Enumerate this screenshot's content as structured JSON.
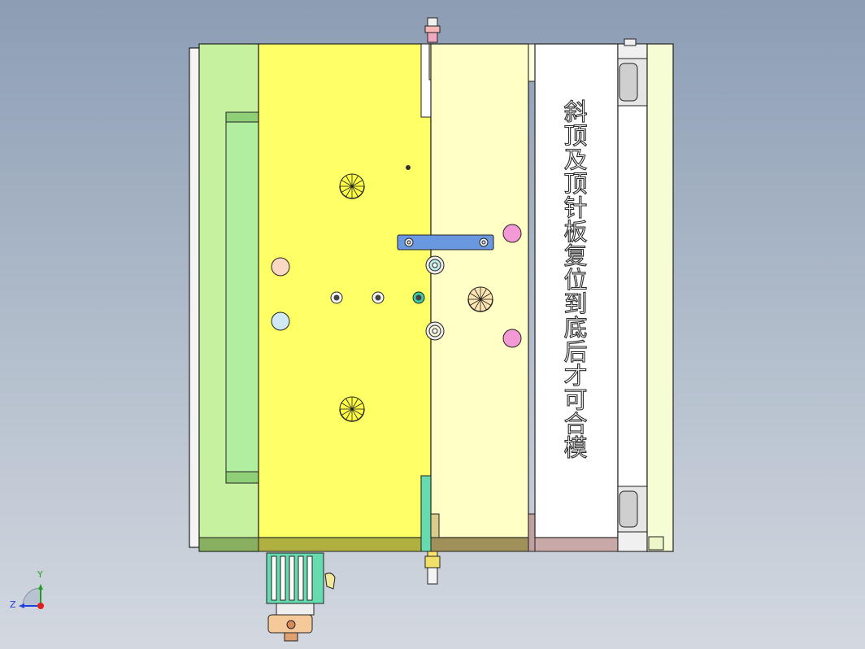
{
  "view": {
    "background": "gradient grey-blue",
    "annotation": "斜顶及顶针板复位到底后才可合模"
  },
  "triad": {
    "y_label": "Y",
    "z_label": "Z",
    "x_color": "#e02020",
    "y_color": "#20a020",
    "z_color": "#2040e0"
  },
  "colors": {
    "clamp_plate": "#c6f2a0",
    "a_plate": "#ffff66",
    "b_plate": "#ffffc6",
    "spacer": "#ffffff",
    "ejector": "#f6fcd4",
    "guide_teal": "#66dbb0",
    "link_bar": "#6a98e0",
    "pink": "#f39ad6",
    "peach": "#fbd8c4",
    "light_blue": "#cfeaf4"
  }
}
